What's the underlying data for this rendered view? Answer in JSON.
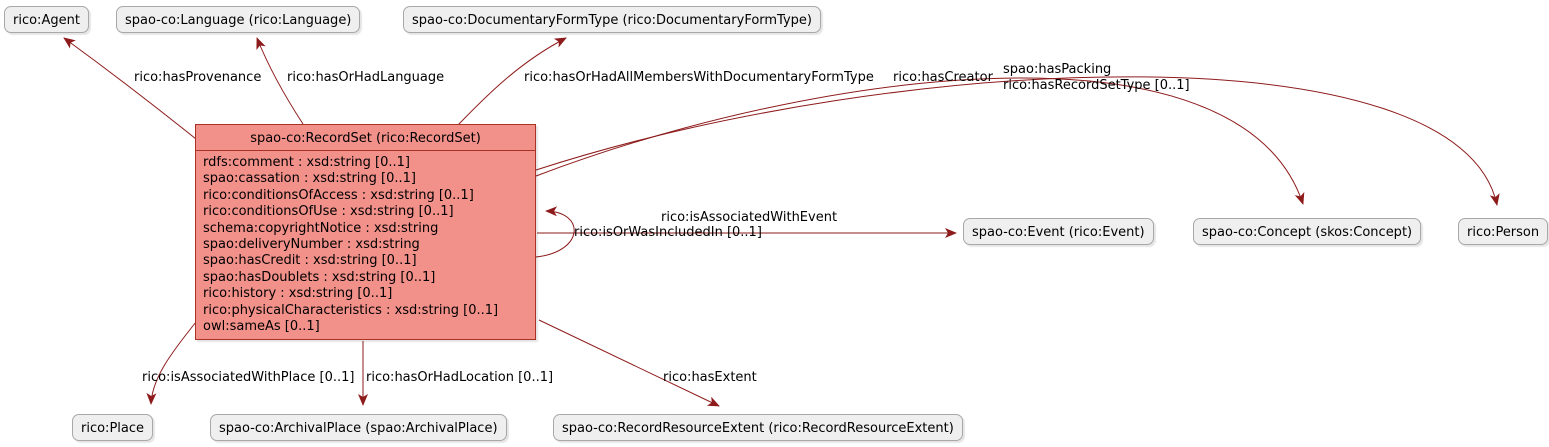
{
  "diagram": {
    "nodes": {
      "agent": {
        "label": "rico:Agent"
      },
      "language": {
        "label": "spao-co:Language (rico:Language)"
      },
      "documentary_form_type": {
        "label": "spao-co:DocumentaryFormType (rico:DocumentaryFormType)"
      },
      "record_set": {
        "title": "spao-co:RecordSet (rico:RecordSet)",
        "attributes": [
          "rdfs:comment : xsd:string [0..1]",
          "spao:cassation : xsd:string [0..1]",
          "rico:conditionsOfAccess : xsd:string [0..1]",
          "rico:conditionsOfUse : xsd:string [0..1]",
          "schema:copyrightNotice : xsd:string",
          "spao:deliveryNumber : xsd:string",
          "spao:hasCredit : xsd:string [0..1]",
          "spao:hasDoublets : xsd:string [0..1]",
          "rico:history : xsd:string [0..1]",
          "rico:physicalCharacteristics : xsd:string [0..1]",
          "owl:sameAs [0..1]"
        ]
      },
      "event": {
        "label": "spao-co:Event (rico:Event)"
      },
      "concept": {
        "label": "spao-co:Concept (skos:Concept)"
      },
      "person": {
        "label": "rico:Person"
      },
      "place": {
        "label": "rico:Place"
      },
      "archival_place": {
        "label": "spao-co:ArchivalPlace (spao:ArchivalPlace)"
      },
      "record_resource_extent": {
        "label": "spao-co:RecordResourceExtent (rico:RecordResourceExtent)"
      }
    },
    "edges": {
      "has_provenance": {
        "label": "rico:hasProvenance"
      },
      "has_or_had_language": {
        "label": "rico:hasOrHadLanguage"
      },
      "has_all_members_with_documentary_form_type": {
        "label": "rico:hasOrHadAllMembersWithDocumentaryFormType"
      },
      "has_creator": {
        "label": "rico:hasCreator"
      },
      "has_packing": {
        "label": "spao:hasPacking"
      },
      "has_record_set_type": {
        "label": "rico:hasRecordSetType [0..1]"
      },
      "is_associated_with_event": {
        "label": "rico:isAssociatedWithEvent"
      },
      "is_or_was_included_in": {
        "label": "rico:isOrWasIncludedIn [0..1]"
      },
      "is_associated_with_place": {
        "label": "rico:isAssociatedWithPlace [0..1]"
      },
      "has_or_had_location": {
        "label": "rico:hasOrHadLocation [0..1]"
      },
      "has_extent": {
        "label": "rico:hasExtent"
      }
    },
    "colors": {
      "node_fill": "#EFEFEF",
      "node_border": "#A8A8A8",
      "class_fill": "#F2908A",
      "class_border": "#A93226",
      "edge_color": "#8E1B1B",
      "text_color": "#000000"
    }
  }
}
